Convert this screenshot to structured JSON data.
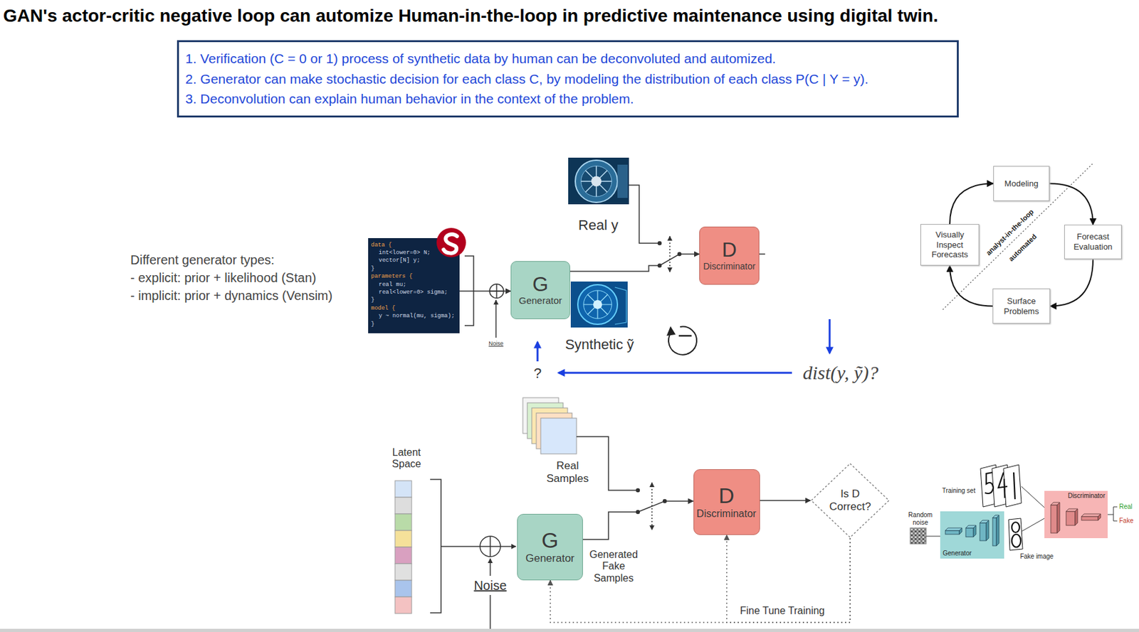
{
  "diagram": {
    "title": "GAN's actor-critic negative loop can automize Human-in-the-loop in predictive maintenance using digital twin.",
    "nodes": [
      {
        "text": [
          "1. Verification (C = 0 or 1) process of synthetic data by human can be deconvoluted and automized.",
          "2. Generator can make stochastic decision for each class C, by modeling the distribution of each class P(C | Y = y).",
          "3. Deconvolution can explain human behavior in the context of the problem."
        ]
      },
      {
        "text": [
          "data {",
          "int<lower=0> N;",
          "vector[N] y;",
          "}",
          "parameters {",
          "real mu;",
          "real<lower=0> sigma;",
          "}",
          "model {",
          "y ~ normal(mu, sigma);",
          "}"
        ]
      },
      {
        "text": [
          "G",
          "Generator"
        ]
      },
      {
        "text": [
          "D",
          "Discriminator"
        ]
      },
      {
        "text": [
          "Modeling"
        ]
      },
      {
        "text": [
          "Visually Inspect Forecasts"
        ]
      },
      {
        "text": [
          "Forecast Evaluation"
        ]
      },
      {
        "text": [
          "Surface Problems"
        ]
      },
      {
        "text": [
          "G",
          "Generator"
        ]
      },
      {
        "text": [
          "D",
          "Discriminator"
        ]
      },
      {
        "text": [
          "Is D Correct?"
        ]
      },
      {
        "text": [
          "Generator"
        ]
      },
      {
        "text": [
          "Discriminator"
        ]
      }
    ],
    "edges": [
      {
        "from": 1,
        "to": 2,
        "arrow": "to"
      },
      {
        "from": 2,
        "to": 3,
        "arrow": "to"
      },
      {
        "from": 4,
        "to": 6,
        "arrow": "to"
      },
      {
        "from": 6,
        "to": 7,
        "arrow": "to"
      },
      {
        "from": 7,
        "to": 5,
        "arrow": "to"
      },
      {
        "from": 5,
        "to": 4,
        "arrow": "to"
      },
      {
        "from": 8,
        "to": 9,
        "arrow": "to"
      },
      {
        "from": 9,
        "to": 10,
        "arrow": "to"
      },
      {
        "from": 10,
        "to": 8,
        "label": "Fine Tune Training",
        "arrow": "to"
      },
      {
        "from": 10,
        "to": 9,
        "arrow": "to"
      }
    ],
    "labels": [
      "Different generator types:",
      "- explicit: prior + likelihood (Stan)",
      "- implicit: prior + dynamics (Vensim)",
      "Real y",
      "Synthetic ỹ",
      "Noise",
      "?",
      "dist(y, ỹ)?",
      "analyst-in-the-loop",
      "automated",
      "Latent Space",
      "Real Samples",
      "Noise",
      "Generated Fake Samples",
      "Training set",
      "Random noise",
      "Fake image",
      "Real",
      "Fake"
    ]
  }
}
